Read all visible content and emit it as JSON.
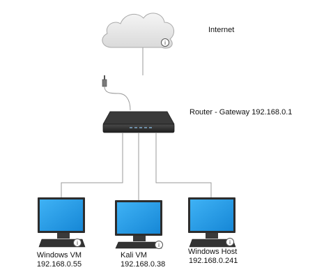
{
  "internet": {
    "label": "Internet"
  },
  "router": {
    "label": "Router - Gateway 192.168.0.1"
  },
  "hosts": [
    {
      "name": "Windows VM",
      "ip": "192.168.0.55"
    },
    {
      "name": "Kali VM",
      "ip": "192.168.0.38"
    },
    {
      "name": "Windows Host",
      "ip": "192.168.0.241"
    }
  ],
  "colors": {
    "screen": "#1e9be8",
    "screen_dark": "#0e6fb5",
    "device": "#2b2b2b",
    "cable": "#9a9a9a",
    "cloud": "#e6e6e6"
  }
}
